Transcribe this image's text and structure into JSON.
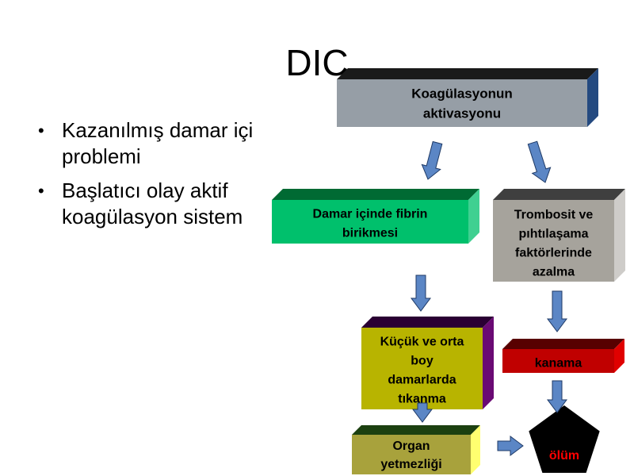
{
  "slide": {
    "title": "DIC",
    "bullets": [
      {
        "line1": "Kazanılmış damar içi",
        "line2": "problemi"
      },
      {
        "line1": "Başlatıcı olay aktif",
        "line2": "koagülasyon sistem"
      }
    ]
  },
  "diagram": {
    "boxes": {
      "koagulasyon": {
        "lines": [
          "Koagülasyonun",
          "aktivasyonu"
        ]
      },
      "fibrin": {
        "lines": [
          "Damar içinde fibrin",
          "birikmesi"
        ]
      },
      "trombosit": {
        "lines": [
          "Trombosit ve",
          "pıhtılaşama",
          "faktörlerinde",
          "azalma"
        ]
      },
      "kucuk": {
        "lines": [
          "Küçük ve orta",
          "boy",
          "damarlarda",
          "tıkanma"
        ]
      },
      "kanama": {
        "lines": [
          "kanama"
        ]
      },
      "organ": {
        "lines": [
          "Organ",
          "yetmezliği"
        ]
      },
      "olum": {
        "lines": [
          "ölüm"
        ]
      }
    },
    "colors": {
      "koagulasyon": "#969ea6",
      "fibrin": "#00c06c",
      "trombosit": "#a6a39c",
      "kucuk": "#b8b400",
      "kanama": "#c00000",
      "organ": "#a8a23c",
      "olum": "#000000",
      "olum_text": "#ff0000",
      "arrow": "#5b86c5"
    }
  }
}
